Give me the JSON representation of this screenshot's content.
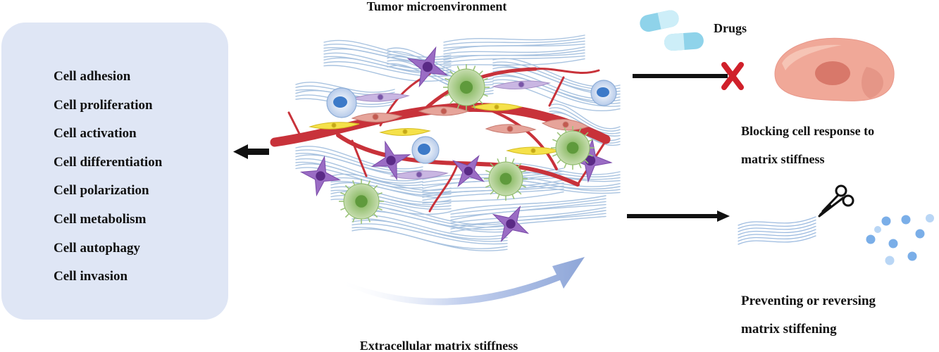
{
  "title": "Tumor microenvironment",
  "bottom_label": "Extracellular matrix stiffness",
  "cell_functions": [
    "Cell adhesion",
    "Cell proliferation",
    "Cell activation",
    "Cell differentiation",
    "Cell polarization",
    "Cell metabolism",
    "Cell autophagy",
    "Cell invasion"
  ],
  "drugs_label": "Drugs",
  "strategy_1": {
    "line1": "Blocking cell response to",
    "line2": "matrix stiffness"
  },
  "strategy_2": {
    "line1": "Preventing or reversing",
    "line2": "matrix stiffening"
  },
  "colors": {
    "panel": "#dfe6f5",
    "vessel": "#c8323a",
    "fiber": "#a9c3e0",
    "block_x": "#d0202a",
    "arrow": "#111111",
    "pill": "#8fd3ea"
  }
}
